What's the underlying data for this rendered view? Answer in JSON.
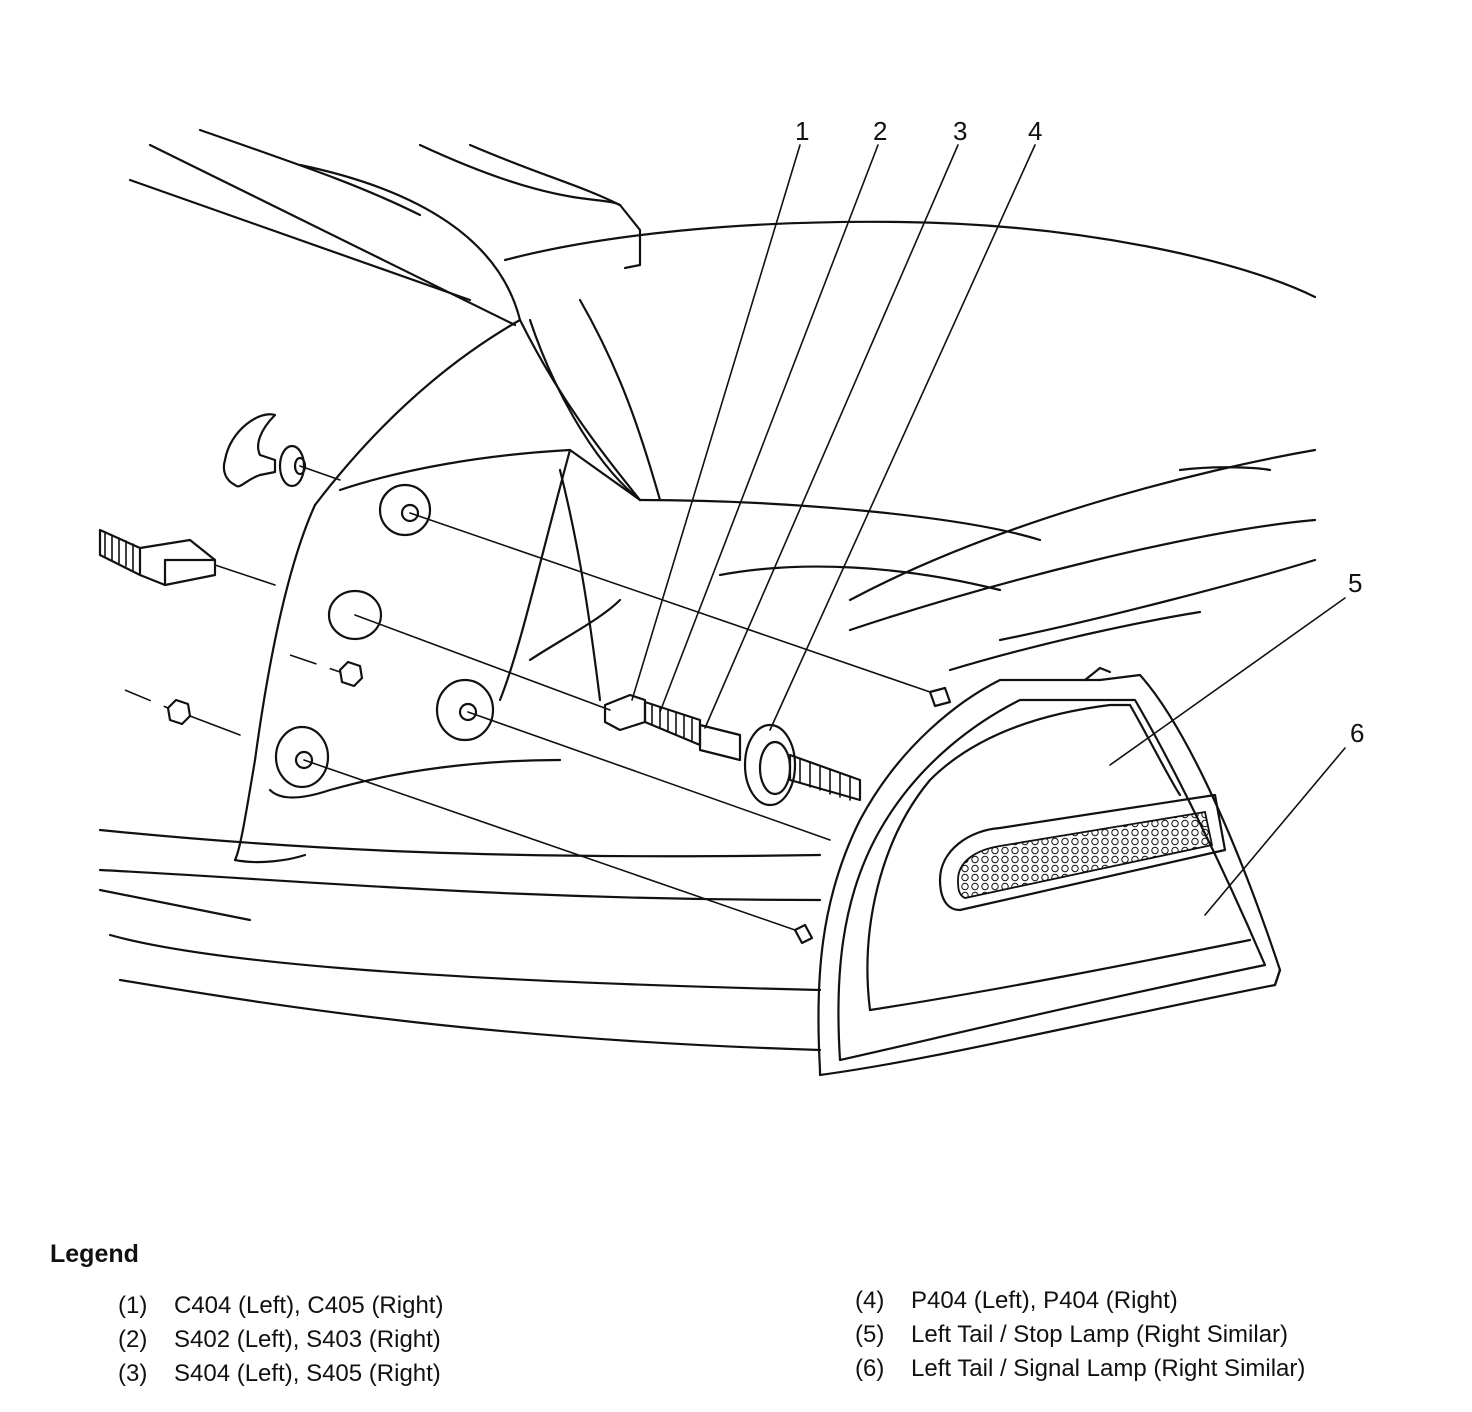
{
  "diagram": {
    "callouts": [
      "1",
      "2",
      "3",
      "4",
      "5",
      "6"
    ]
  },
  "legend": {
    "title": "Legend",
    "items": [
      {
        "num": "(1)",
        "text": "C404 (Left), C405 (Right)"
      },
      {
        "num": "(2)",
        "text": "S402 (Left), S403 (Right)"
      },
      {
        "num": "(3)",
        "text": "S404 (Left), S405 (Right)"
      },
      {
        "num": "(4)",
        "text": "P404 (Left), P404 (Right)"
      },
      {
        "num": "(5)",
        "text": "Left Tail / Stop Lamp (Right Similar)"
      },
      {
        "num": "(6)",
        "text": "Left Tail / Signal Lamp (Right Similar)"
      }
    ]
  }
}
